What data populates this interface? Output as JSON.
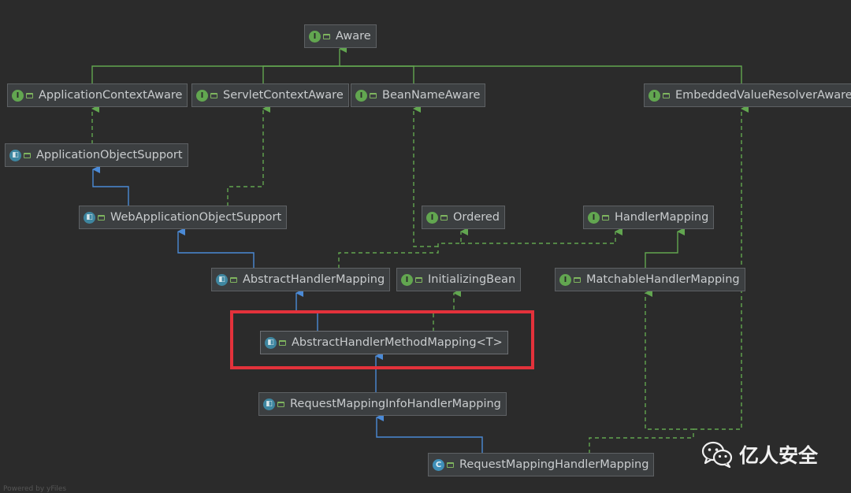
{
  "nodes": {
    "aware": {
      "label": "Aware",
      "kind": "interface"
    },
    "application_context_aware": {
      "label": "ApplicationContextAware",
      "kind": "interface"
    },
    "servlet_context_aware": {
      "label": "ServletContextAware",
      "kind": "interface"
    },
    "bean_name_aware": {
      "label": "BeanNameAware",
      "kind": "interface"
    },
    "embedded_value_resolver_aware": {
      "label": "EmbeddedValueResolverAware",
      "kind": "interface"
    },
    "application_object_support": {
      "label": "ApplicationObjectSupport",
      "kind": "abstract-class"
    },
    "web_application_object_support": {
      "label": "WebApplicationObjectSupport",
      "kind": "abstract-class"
    },
    "ordered": {
      "label": "Ordered",
      "kind": "interface"
    },
    "handler_mapping": {
      "label": "HandlerMapping",
      "kind": "interface"
    },
    "abstract_handler_mapping": {
      "label": "AbstractHandlerMapping",
      "kind": "abstract-class"
    },
    "initializing_bean": {
      "label": "InitializingBean",
      "kind": "interface"
    },
    "matchable_handler_mapping": {
      "label": "MatchableHandlerMapping",
      "kind": "interface"
    },
    "abstract_handler_method_mapping": {
      "label": "AbstractHandlerMethodMapping<T>",
      "kind": "abstract-class"
    },
    "request_mapping_info_handler_mapping": {
      "label": "RequestMappingInfoHandlerMapping",
      "kind": "abstract-class"
    },
    "request_mapping_handler_mapping": {
      "label": "RequestMappingHandlerMapping",
      "kind": "class"
    }
  },
  "edges": [
    {
      "from": "application_context_aware",
      "to": "aware",
      "type": "extends-interface"
    },
    {
      "from": "servlet_context_aware",
      "to": "aware",
      "type": "extends-interface"
    },
    {
      "from": "bean_name_aware",
      "to": "aware",
      "type": "extends-interface"
    },
    {
      "from": "embedded_value_resolver_aware",
      "to": "aware",
      "type": "extends-interface"
    },
    {
      "from": "application_object_support",
      "to": "application_context_aware",
      "type": "implements"
    },
    {
      "from": "web_application_object_support",
      "to": "application_object_support",
      "type": "extends"
    },
    {
      "from": "web_application_object_support",
      "to": "servlet_context_aware",
      "type": "implements"
    },
    {
      "from": "abstract_handler_mapping",
      "to": "web_application_object_support",
      "type": "extends"
    },
    {
      "from": "abstract_handler_mapping",
      "to": "ordered",
      "type": "implements"
    },
    {
      "from": "abstract_handler_mapping",
      "to": "handler_mapping",
      "type": "implements"
    },
    {
      "from": "abstract_handler_mapping",
      "to": "bean_name_aware",
      "type": "implements"
    },
    {
      "from": "matchable_handler_mapping",
      "to": "handler_mapping",
      "type": "extends-interface"
    },
    {
      "from": "abstract_handler_method_mapping",
      "to": "abstract_handler_mapping",
      "type": "extends"
    },
    {
      "from": "abstract_handler_method_mapping",
      "to": "initializing_bean",
      "type": "implements"
    },
    {
      "from": "request_mapping_info_handler_mapping",
      "to": "abstract_handler_method_mapping",
      "type": "extends"
    },
    {
      "from": "request_mapping_handler_mapping",
      "to": "request_mapping_info_handler_mapping",
      "type": "extends"
    },
    {
      "from": "request_mapping_handler_mapping",
      "to": "matchable_handler_mapping",
      "type": "implements"
    },
    {
      "from": "request_mapping_handler_mapping",
      "to": "embedded_value_resolver_aware",
      "type": "implements"
    }
  ],
  "icon_letters": {
    "interface": "I",
    "abstract-class": "◧",
    "class": "C"
  },
  "highlighted_node": "abstract_handler_method_mapping",
  "colors": {
    "background": "#2b2b2b",
    "node_fill": "#3c3f41",
    "interface_green": "#62a650",
    "extends_blue": "#4b8ad6",
    "highlight_red": "#e3323b"
  },
  "watermark": {
    "text": "亿人安全",
    "icon": "wechat-icon"
  },
  "footer_hint": "Powered by yFiles"
}
